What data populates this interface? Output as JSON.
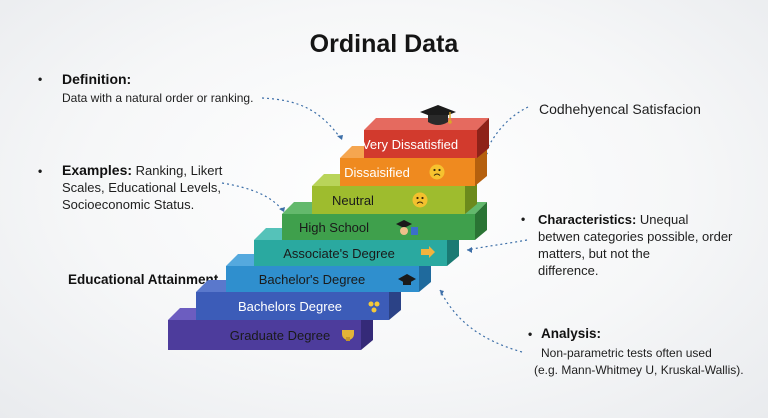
{
  "title": "Ordinal Data",
  "definition": {
    "heading": "Definition:",
    "text": "Data with a natural order or ranking."
  },
  "examples": {
    "heading": "Examples:",
    "line1": "Ranking, Likert",
    "line2": "Scales, Educational Levels,",
    "line3": "Socioeconomic Status."
  },
  "educational_attainment": "Educational Attainment",
  "satisfaction_label": "Codhehyencal Satisfacion",
  "characteristics": {
    "heading": "Characteristics:",
    "line1_rest": "Unequal",
    "line2": "betwen categories possible, order",
    "line3": "matters, but not the",
    "line4": "difference."
  },
  "analysis": {
    "heading": "Analysis:",
    "line1": "Non-parametric tests often used",
    "line2": "(e.g. Mann-Whitmey U, Kruskal-Wallis)."
  },
  "steps": [
    {
      "label": "Very Dissatisfied",
      "color": "#d23a2d",
      "icon": "graduation-cap-icon"
    },
    {
      "label": "Dissaisified",
      "color": "#ef8a1f",
      "icon": "sad-face-icon"
    },
    {
      "label": "Neutral",
      "color": "#9ebc2e",
      "icon": "frown-face-icon"
    },
    {
      "label": "High School",
      "color": "#3fa04c",
      "icon": "student-icon"
    },
    {
      "label": "Associate's Degree",
      "color": "#2aa9a0",
      "icon": "pointing-hand-icon"
    },
    {
      "label": "Bachelor's Degree",
      "color": "#2f8fce",
      "icon": "mortarboard-icon"
    },
    {
      "label": "Bachelors Degree",
      "color": "#3c5cb8",
      "icon": "sparkle-icon"
    },
    {
      "label": "Graduate Degree",
      "color": "#4d3c9c",
      "icon": "trophy-icon"
    }
  ]
}
